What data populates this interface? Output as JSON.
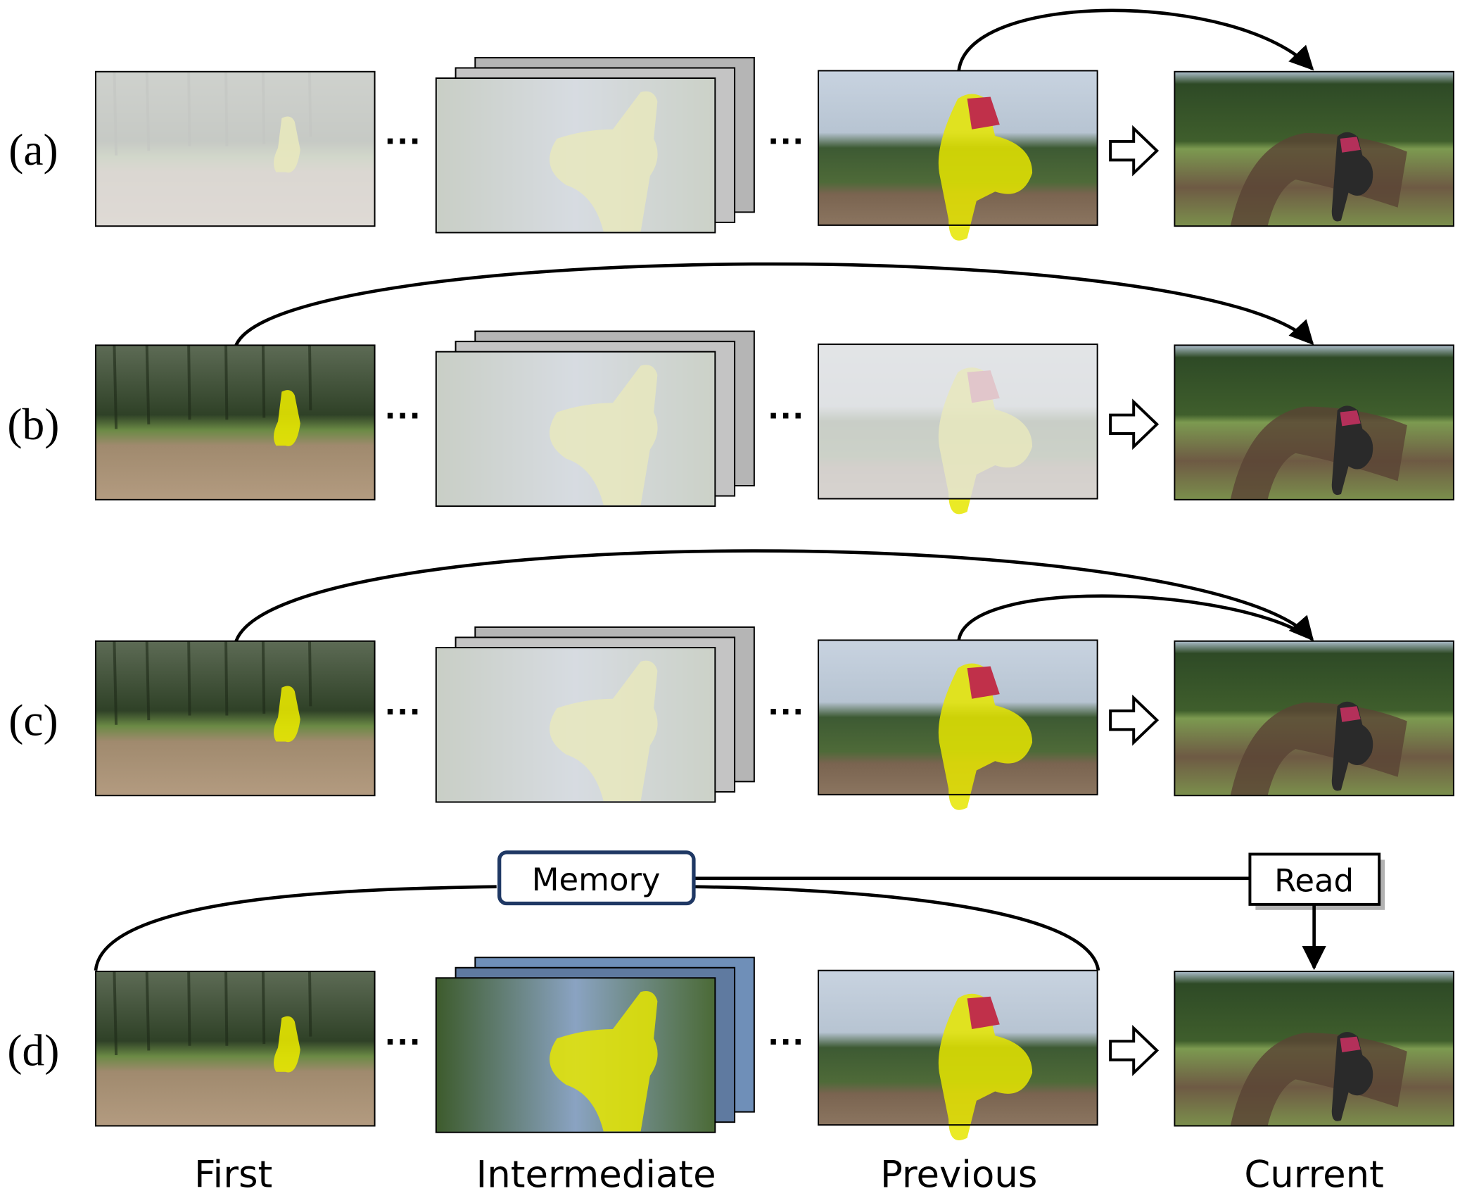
{
  "rows": [
    {
      "label": "(a)"
    },
    {
      "label": "(b)"
    },
    {
      "label": "(c)"
    },
    {
      "label": "(d)"
    }
  ],
  "columns": {
    "first": "First",
    "intermediate": "Intermediate",
    "previous": "Previous",
    "current": "Current"
  },
  "ellipsis": "···",
  "memory_label": "Memory",
  "read_label": "Read",
  "colors": {
    "mask": "#e6e600",
    "memory_border": "#1f3864",
    "arrow": "#000000"
  }
}
